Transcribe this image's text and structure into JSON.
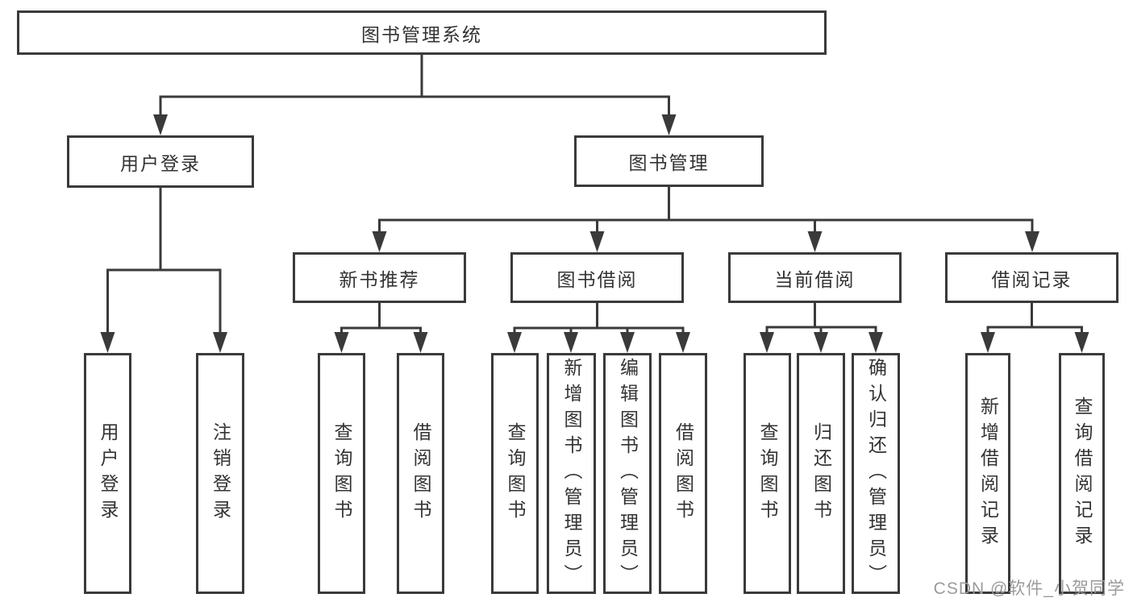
{
  "diagram": {
    "type": "hierarchy-tree",
    "orientation": "top-down"
  },
  "colors": {
    "line": "#3a3a3a",
    "box_border": "#3a3a3a",
    "box_fill": "#ffffff",
    "text": "#333333",
    "watermark": "#9b9b9b",
    "background": "#ffffff"
  },
  "nodes": {
    "root": {
      "label": "图书管理系统"
    },
    "user_login": {
      "label": "用户登录"
    },
    "book_mgmt": {
      "label": "图书管理"
    },
    "new_book_rec": {
      "label": "新书推荐"
    },
    "book_borrow": {
      "label": "图书借阅"
    },
    "current_borrow": {
      "label": "当前借阅"
    },
    "borrow_record": {
      "label": "借阅记录"
    },
    "leaves": {
      "user_login": {
        "label": "用户登录"
      },
      "logout": {
        "label": "注销登录"
      },
      "nbr_query_book": {
        "label": "查询图书"
      },
      "nbr_borrow_book": {
        "label": "借阅图书"
      },
      "bb_query_book": {
        "label": "查询图书"
      },
      "bb_add_book": {
        "label": "新增图书（管理员）"
      },
      "bb_edit_book": {
        "label": "编辑图书（管理员）"
      },
      "bb_borrow_book": {
        "label": "借阅图书"
      },
      "cb_query_book": {
        "label": "查询图书"
      },
      "cb_return_book": {
        "label": "归还图书"
      },
      "cb_confirm_return": {
        "label": "确认归还（管理员）"
      },
      "br_add_record": {
        "label": "新增借阅记录"
      },
      "br_query_record": {
        "label": "查询借阅记录"
      }
    }
  },
  "watermark": {
    "text": "CSDN @软件_小贺同学"
  }
}
